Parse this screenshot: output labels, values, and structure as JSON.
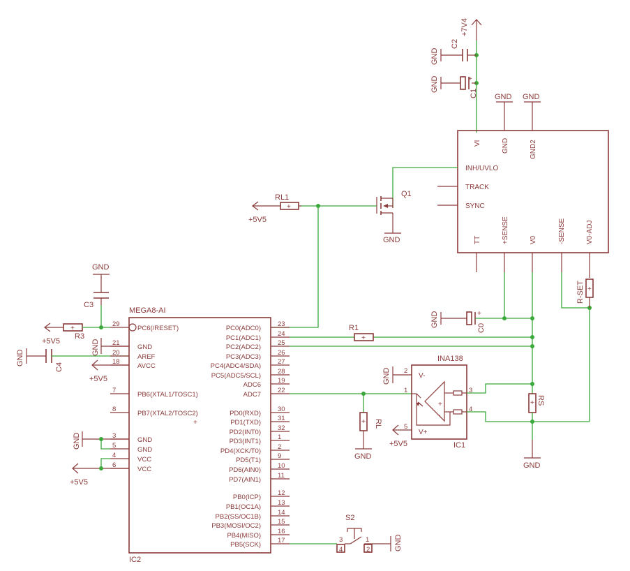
{
  "supply": {
    "top": "+7V4",
    "logic": "+5V5",
    "gnd": "GND"
  },
  "parts": {
    "c2": "C2",
    "c1": "C1",
    "c3": "C3",
    "c4": "C4",
    "c0": "C0",
    "rl1": "RL1",
    "q1": "Q1",
    "r3": "R3",
    "r1": "R1",
    "rl": "RL",
    "rs": "RS",
    "rset": "R-SET",
    "ina": "INA138",
    "ic1": "IC1",
    "mcu": "MEGA8-AI",
    "ic2": "IC2",
    "s2": "S2"
  },
  "reg": {
    "top_pins": [
      "VI",
      "GND",
      "GND2"
    ],
    "left_pins": [
      "INH/UVLO",
      "TRACK",
      "SYNC"
    ],
    "bottom_pins": [
      "TT",
      "+SENSE",
      "V0",
      "-SENSE",
      "V0-ADJ"
    ]
  },
  "ina_pins": {
    "vm": "V-",
    "vp": "V+",
    "p1": "1",
    "p2": "2",
    "p3": "3",
    "p4": "4",
    "p5": "5",
    "plus": "+",
    "minus": "-"
  },
  "mcu_left": [
    {
      "num": "29",
      "name": "PC6(/RESET)"
    },
    {
      "num": "21",
      "name": "GND"
    },
    {
      "num": "20",
      "name": "AREF"
    },
    {
      "num": "18",
      "name": "AVCC"
    },
    {
      "num": "7",
      "name": "PB6(XTAL1/TOSC1)"
    },
    {
      "num": "8",
      "name": "PB7(XTAL2/TOSC2)"
    },
    {
      "num": "3",
      "name": "GND"
    },
    {
      "num": "5",
      "name": "GND"
    },
    {
      "num": "4",
      "name": "VCC"
    },
    {
      "num": "6",
      "name": "VCC"
    }
  ],
  "mcu_right": [
    {
      "num": "23",
      "name": "PC0(ADC0)"
    },
    {
      "num": "24",
      "name": "PC1(ADC1)"
    },
    {
      "num": "25",
      "name": "PC2(ADC2)"
    },
    {
      "num": "26",
      "name": "PC3(ADC3)"
    },
    {
      "num": "27",
      "name": "PC4(ADC4/SDA)"
    },
    {
      "num": "28",
      "name": "PC5(ADC5/SCL)"
    },
    {
      "num": "19",
      "name": "ADC6"
    },
    {
      "num": "22",
      "name": "ADC7"
    },
    {
      "num": "30",
      "name": "PD0(RXD)"
    },
    {
      "num": "31",
      "name": "PD1(TXD)"
    },
    {
      "num": "32",
      "name": "PD2(INT0)"
    },
    {
      "num": "1",
      "name": "PD3(INT1)"
    },
    {
      "num": "2",
      "name": "PD4(XCK/T0)"
    },
    {
      "num": "9",
      "name": "PD5(T1)"
    },
    {
      "num": "10",
      "name": "PD6(AIN0)"
    },
    {
      "num": "11",
      "name": "PD7(AIN1)"
    },
    {
      "num": "12",
      "name": "PB0(ICP)"
    },
    {
      "num": "13",
      "name": "PB1(OC1A)"
    },
    {
      "num": "14",
      "name": "PB2(SS/OC1B)"
    },
    {
      "num": "15",
      "name": "PB3(MOSI/OC2)"
    },
    {
      "num": "16",
      "name": "PB4(MISO)"
    },
    {
      "num": "17",
      "name": "PB5(SCK)"
    }
  ],
  "s2_pins": {
    "p1": "1",
    "p2": "2",
    "p3": "3",
    "p4": "4"
  },
  "plus_sign": "+"
}
